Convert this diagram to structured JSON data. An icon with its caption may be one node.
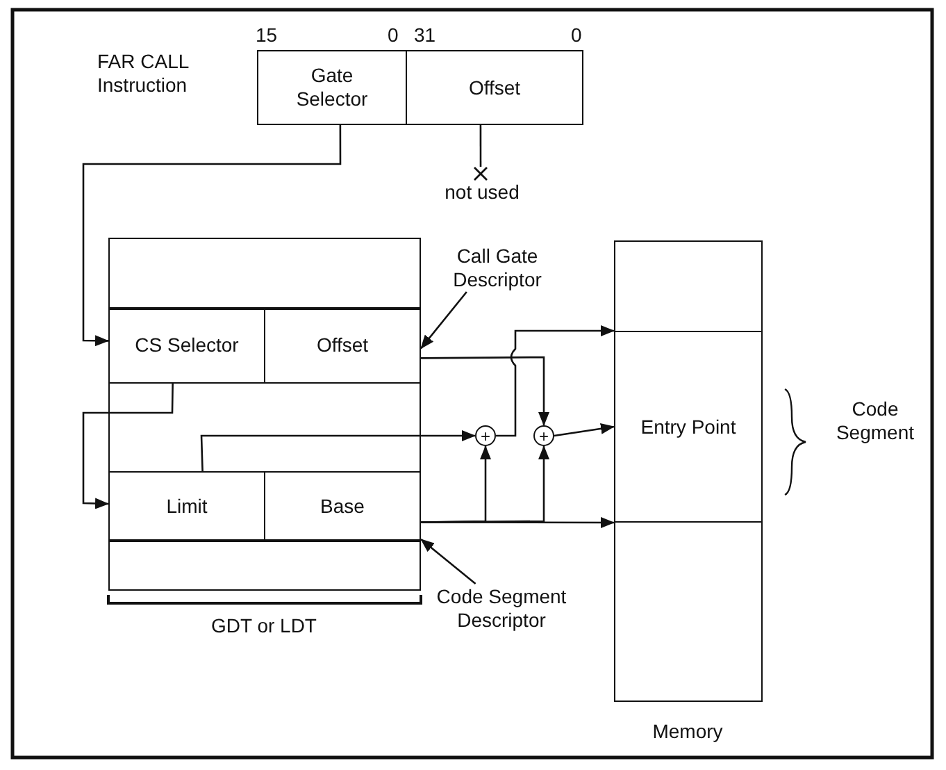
{
  "diagram": {
    "nodes": [
      {
        "text": [
          "Gate Selector"
        ],
        "beside": [
          "15",
          "0"
        ]
      },
      {
        "text": [
          "Offset"
        ],
        "beside": [
          "31",
          "0"
        ]
      },
      {
        "text": [],
        "shape": "cross",
        "beside": [
          "not used"
        ]
      },
      {
        "text": [],
        "shape": "box",
        "beside": [
          "GDT or LDT"
        ]
      },
      {
        "text": [
          "CS Selector"
        ],
        "in": 3
      },
      {
        "text": [
          "Offset"
        ],
        "in": 3
      },
      {
        "text": [
          "Limit"
        ],
        "in": 3
      },
      {
        "text": [
          "Base"
        ],
        "in": 3
      },
      {
        "text": [
          "+"
        ]
      },
      {
        "text": [
          "+"
        ]
      },
      {
        "text": [],
        "shape": "box",
        "beside": [
          "Memory"
        ]
      },
      {
        "text": [
          "Entry Point"
        ],
        "in": 10
      },
      {
        "text": [
          "Call Gate Descriptor"
        ]
      },
      {
        "text": [
          "Code Segment Descriptor"
        ]
      }
    ],
    "edges": [
      {
        "from": 0,
        "to": 4,
        "arrow": "to"
      },
      {
        "from": 1,
        "to": 2,
        "arrow": "none"
      },
      {
        "from": 4,
        "to": 6,
        "arrow": "to"
      },
      {
        "from": 6,
        "to": 8,
        "arrow": "to"
      },
      {
        "from": 5,
        "to": 9,
        "arrow": "to"
      },
      {
        "from": 7,
        "to": 8,
        "arrow": "to"
      },
      {
        "from": 7,
        "to": 9,
        "arrow": "to"
      },
      {
        "from": 7,
        "to": 11,
        "arrow": "to"
      },
      {
        "from": 8,
        "to": 11,
        "arrow": "to"
      },
      {
        "from": 9,
        "to": 11,
        "arrow": "to"
      },
      {
        "from": 12,
        "to": 5,
        "arrow": "to"
      },
      {
        "from": 13,
        "to": 7,
        "arrow": "to"
      }
    ],
    "labels": [
      "FAR CALL Instruction",
      "Code Segment"
    ]
  }
}
